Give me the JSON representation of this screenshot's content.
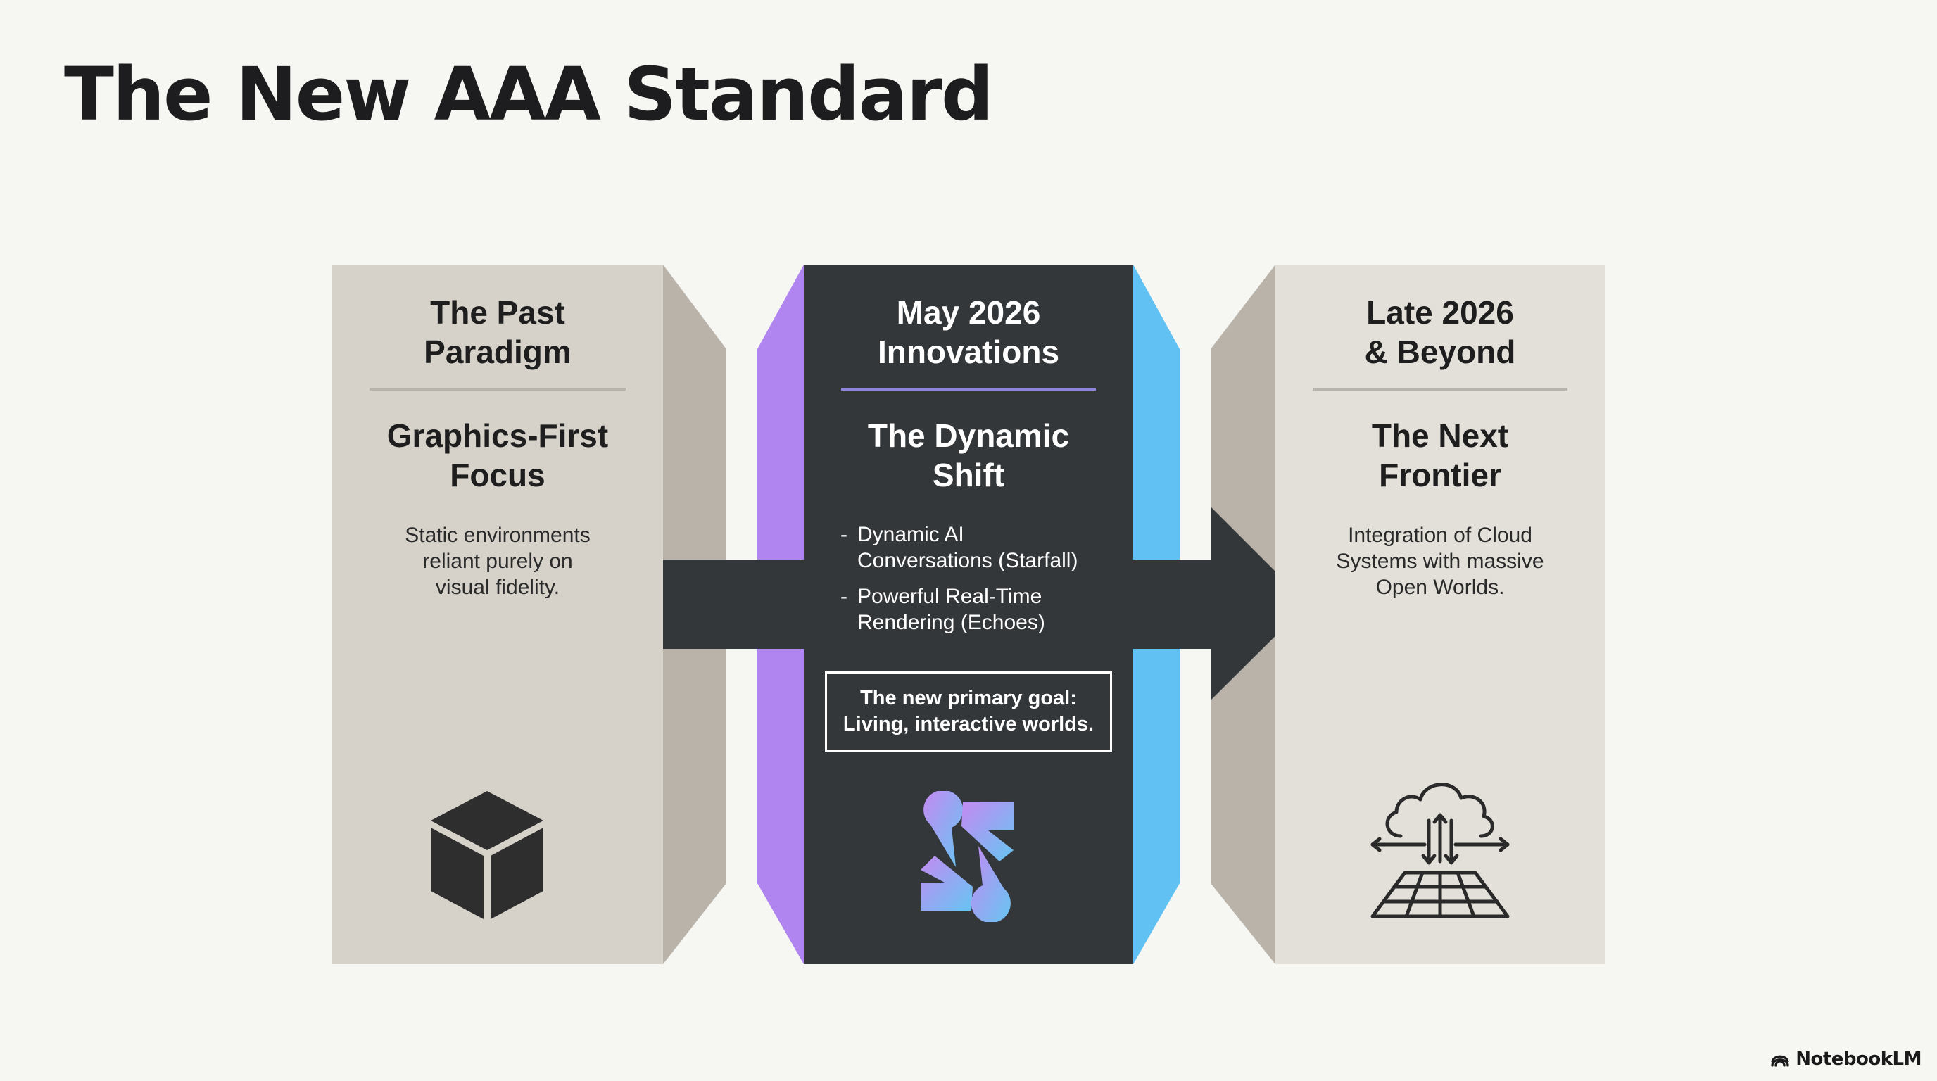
{
  "title": "The New AAA Standard",
  "colors": {
    "background": "#f6f6f2",
    "panel_past": "#d6d2ca",
    "panel_past_side": "#b9b3aa",
    "panel_now": "#33373a",
    "panel_future": "#e3e0d9",
    "arrow": "#33373a",
    "accent_purple": "#b185f0",
    "accent_blue": "#60c1f2"
  },
  "panels": {
    "past": {
      "era_line1": "The Past",
      "era_line2": "Paradigm",
      "heading_line1": "Graphics-First",
      "heading_line2": "Focus",
      "body_lines": [
        "Static environments",
        "reliant purely on",
        "visual fidelity."
      ],
      "icon": "cube-icon"
    },
    "now": {
      "era_line1": "May 2026",
      "era_line2": "Innovations",
      "heading_line1": "The Dynamic",
      "heading_line2": "Shift",
      "bullets": [
        {
          "dash": "-",
          "line1": "Dynamic AI",
          "line2": "Conversations (Starfall)"
        },
        {
          "dash": "-",
          "line1": "Powerful Real-Time",
          "line2": "Rendering (Echoes)"
        }
      ],
      "goal_line1": "The new primary goal:",
      "goal_line2": "Living, interactive worlds.",
      "icon": "dynamic-shapes-icon"
    },
    "future": {
      "era_line1": "Late 2026",
      "era_line2": "& Beyond",
      "heading_line1": "The Next",
      "heading_line2": "Frontier",
      "body_lines": [
        "Integration of Cloud",
        "Systems with massive",
        "Open Worlds."
      ],
      "icon": "cloud-grid-icon"
    }
  },
  "brand": {
    "name": "NotebookLM",
    "icon": "notebooklm-logo-icon"
  }
}
